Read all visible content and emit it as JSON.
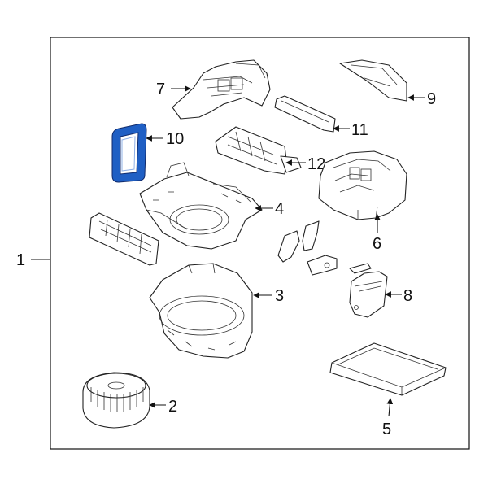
{
  "diagram": {
    "highlight_color": "#1f5fc4",
    "frame_label": "1",
    "callouts": {
      "p2": "2",
      "p3": "3",
      "p4": "4",
      "p5": "5",
      "p6": "6",
      "p7": "7",
      "p8": "8",
      "p9": "9",
      "p10": "10",
      "p11": "11",
      "p12": "12"
    },
    "highlighted_part": "10"
  }
}
